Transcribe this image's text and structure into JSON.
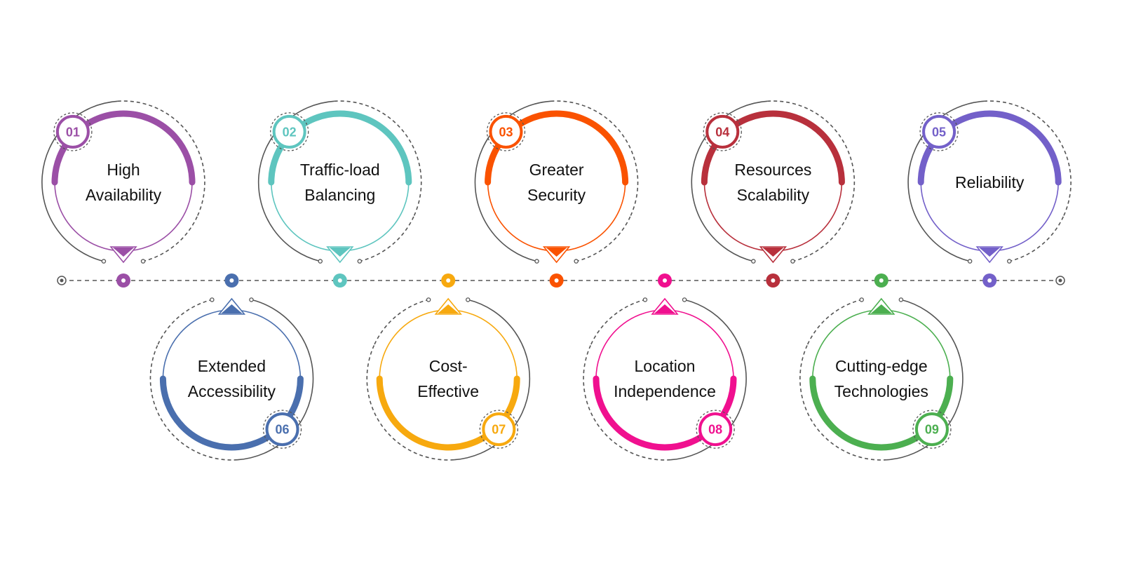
{
  "items": [
    {
      "number": "01",
      "title": [
        "High",
        "Availability"
      ],
      "color": "#9b4fa6",
      "row": "top"
    },
    {
      "number": "06",
      "title": [
        "Extended",
        "Accessibility"
      ],
      "color": "#4a6fae",
      "row": "bottom"
    },
    {
      "number": "02",
      "title": [
        "Traffic-load",
        "Balancing"
      ],
      "color": "#5ec5bf",
      "row": "top"
    },
    {
      "number": "07",
      "title": [
        "Cost-",
        "Effective"
      ],
      "color": "#f7a90f",
      "row": "bottom"
    },
    {
      "number": "03",
      "title": [
        "Greater",
        "Security"
      ],
      "color": "#fa5200",
      "row": "top"
    },
    {
      "number": "08",
      "title": [
        "Location",
        "Independence"
      ],
      "color": "#f0108f",
      "row": "bottom"
    },
    {
      "number": "04",
      "title": [
        "Resources",
        "Scalability"
      ],
      "color": "#b8303c",
      "row": "top"
    },
    {
      "number": "09",
      "title": [
        "Cutting-edge",
        "Technologies"
      ],
      "color": "#4caf50",
      "row": "bottom"
    },
    {
      "number": "05",
      "title": [
        "Reliability"
      ],
      "color": "#7360c9",
      "row": "top"
    }
  ],
  "timeline_color": "#555555"
}
